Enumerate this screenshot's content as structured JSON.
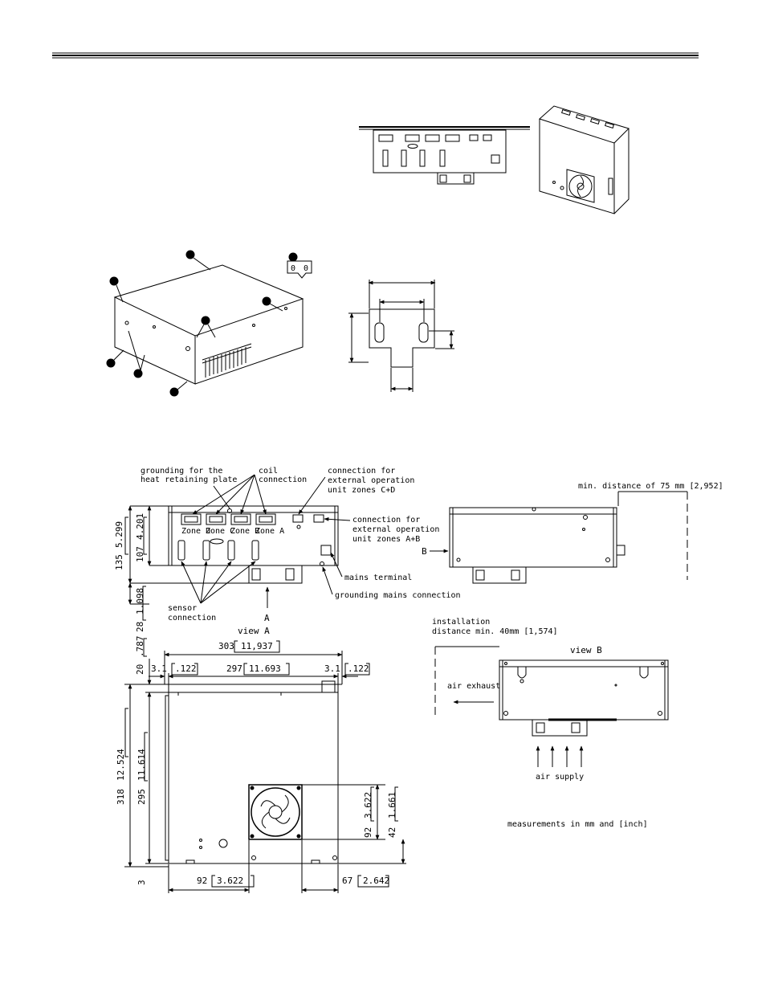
{
  "callouts": {
    "grounding_plate": [
      "grounding for the",
      "heat retaining plate"
    ],
    "coil": [
      "coil",
      "connection"
    ],
    "ext_cd": [
      "connection for",
      "external operation",
      "unit zones C+D"
    ],
    "ext_ab": [
      "connection for",
      "external operation",
      "unit zones A+B"
    ],
    "mains_terminal": "mains terminal",
    "grounding_mains": "grounding mains connection",
    "sensor": [
      "sensor",
      "connection"
    ],
    "min_distance": "min. distance of 75 mm [2,952]",
    "install": [
      "installation",
      "distance min. 40mm [1,574]"
    ],
    "air_exhaust": "air exhaust",
    "air_supply": "air supply",
    "units_note": "measurements in mm and [inch]"
  },
  "zones": [
    "Zone D",
    "Zone C",
    "Zone B",
    "Zone A"
  ],
  "views": {
    "a": "view A",
    "b": "view B",
    "a_marker": "A",
    "b_marker": "B"
  },
  "dimensions": {
    "h135": "135",
    "h135_in": "5.299",
    "h107": "107",
    "h107_in": "4.201",
    "h28": "28",
    "h28_in": "1.098",
    "h20": "20",
    "h20_in": ".787",
    "w303": "303",
    "w303_in": "11,937",
    "w297": "297",
    "w297_in": "11.693",
    "w31a": "3.1",
    "w31a_in": ".122",
    "w31b": "3.1",
    "w31b_in": ".122",
    "h318": "318",
    "h318_in": "12.524",
    "h295": "295",
    "h295_in": "11.614",
    "h3": "3",
    "f92v": "92",
    "f92v_in": "3.622",
    "f42": "42",
    "f42_in": "1.661",
    "b92": "92",
    "b92_in": "3.622",
    "b67": "67",
    "b67_in": "2.642"
  },
  "bracket_text": [
    "0",
    "0"
  ]
}
